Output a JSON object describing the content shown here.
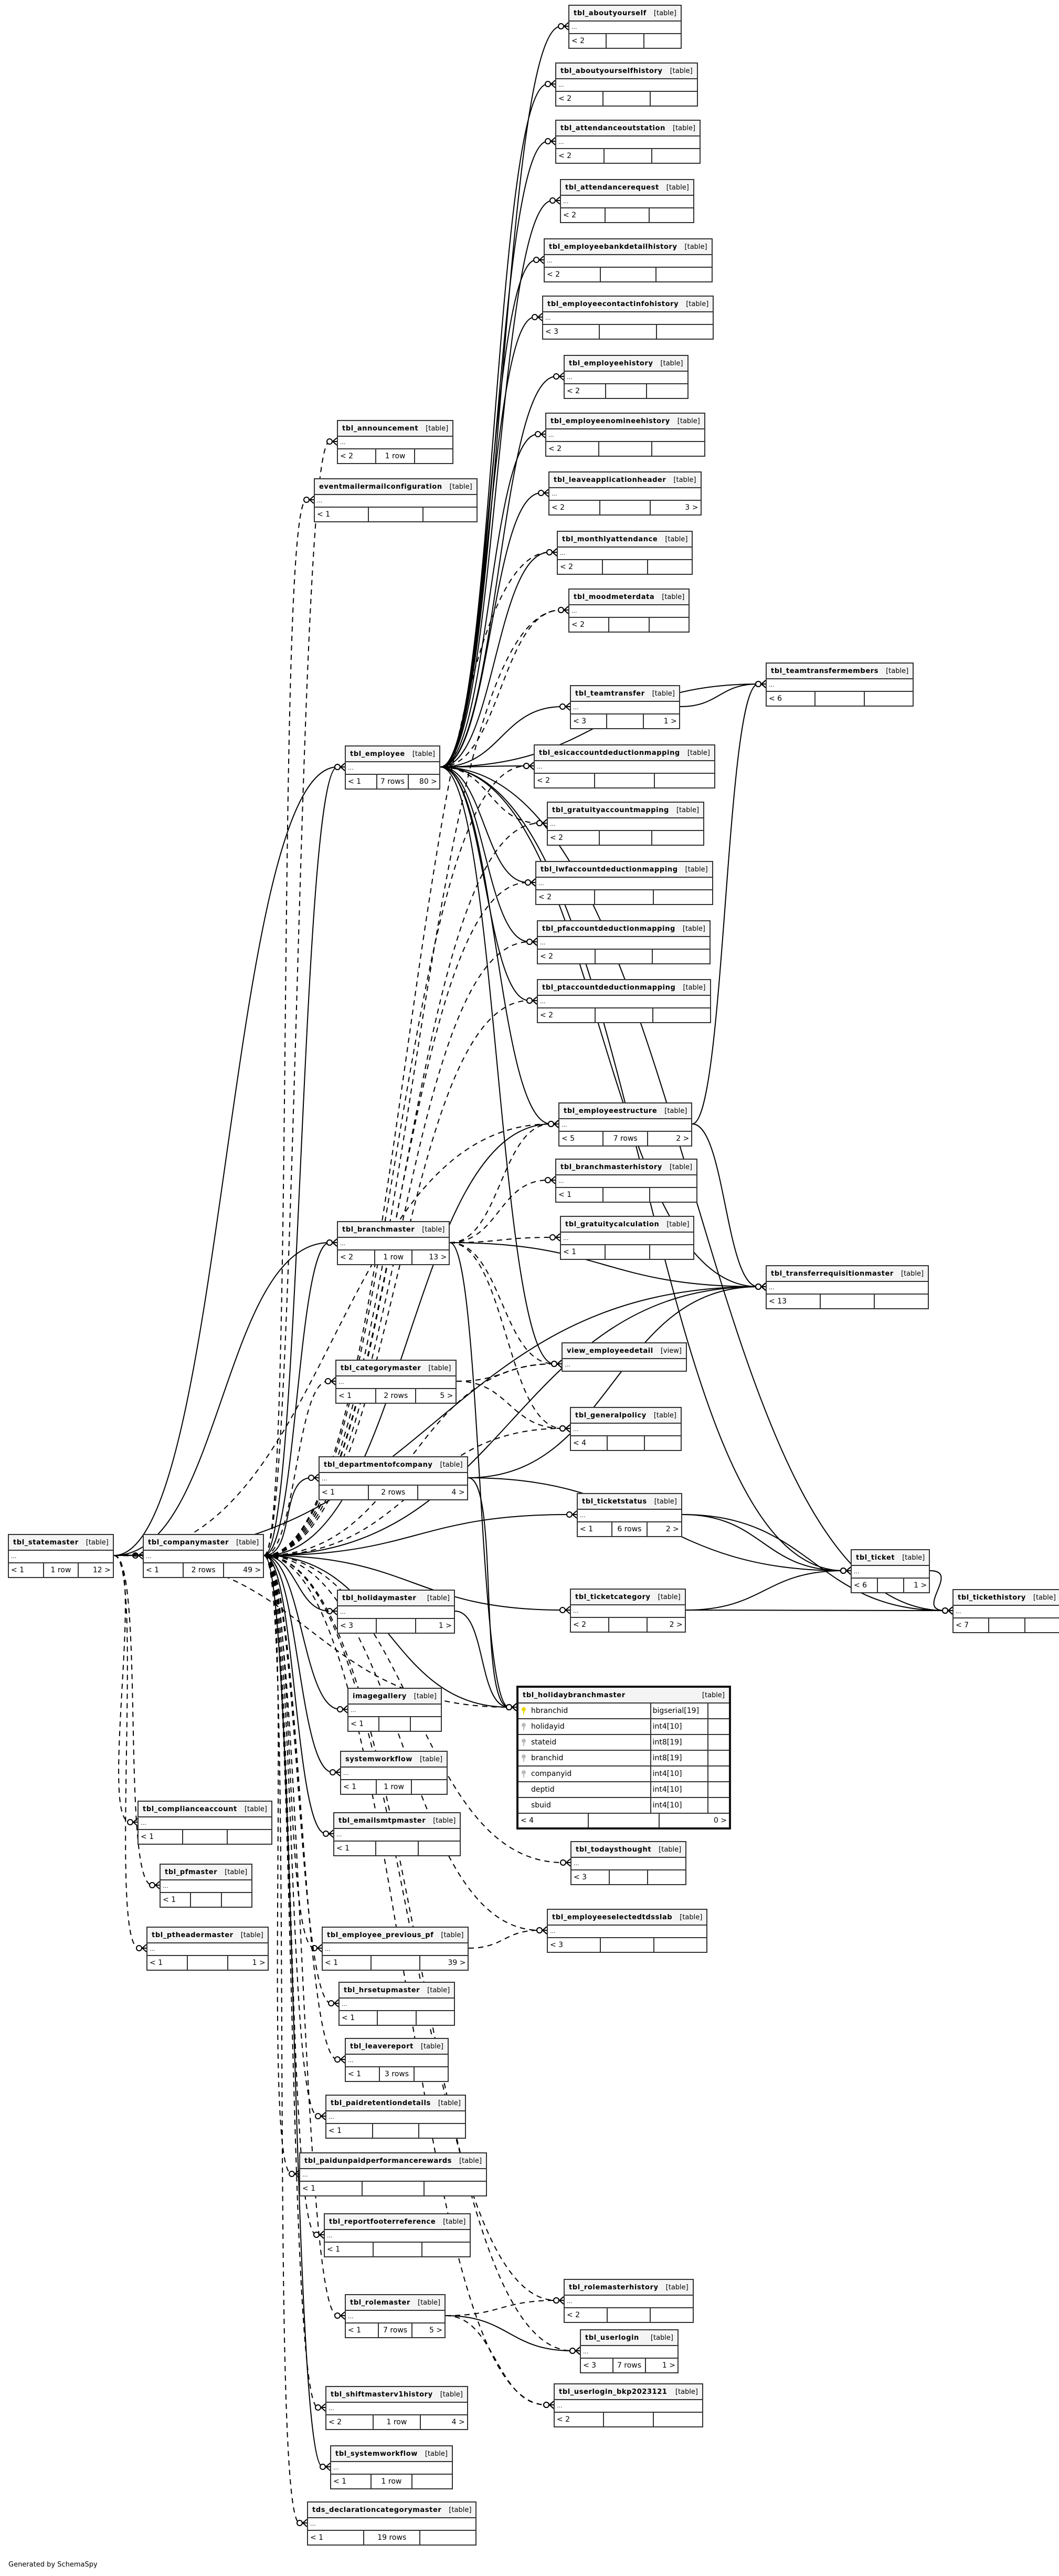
{
  "collapsed_columns": "...",
  "footer": "Generated by SchemaSpy",
  "colors": {
    "primary_key": "#e8d800",
    "foreign_key": "#bbbbbb",
    "header_bg": "#f4f4f4",
    "border": "#333333"
  },
  "tables": [
    {
      "name": "tbl_aboutyourself",
      "type": "[table]",
      "parents": "< 2",
      "rows": "",
      "children": ""
    },
    {
      "name": "tbl_aboutyourselfhistory",
      "type": "[table]",
      "parents": "< 2",
      "rows": "",
      "children": ""
    },
    {
      "name": "tbl_attendanceoutstation",
      "type": "[table]",
      "parents": "< 2",
      "rows": "",
      "children": ""
    },
    {
      "name": "tbl_attendancerequest",
      "type": "[table]",
      "parents": "< 2",
      "rows": "",
      "children": ""
    },
    {
      "name": "tbl_employeebankdetailhistory",
      "type": "[table]",
      "parents": "< 2",
      "rows": "",
      "children": ""
    },
    {
      "name": "tbl_employeecontactinfohistory",
      "type": "[table]",
      "parents": "< 3",
      "rows": "",
      "children": ""
    },
    {
      "name": "tbl_employeehistory",
      "type": "[table]",
      "parents": "< 2",
      "rows": "",
      "children": ""
    },
    {
      "name": "tbl_employeenomineehistory",
      "type": "[table]",
      "parents": "< 2",
      "rows": "",
      "children": ""
    },
    {
      "name": "tbl_leaveapplicationheader",
      "type": "[table]",
      "parents": "< 2",
      "rows": "",
      "children": "3 >"
    },
    {
      "name": "tbl_monthlyattendance",
      "type": "[table]",
      "parents": "< 2",
      "rows": "",
      "children": ""
    },
    {
      "name": "tbl_moodmeterdata",
      "type": "[table]",
      "parents": "< 2",
      "rows": "",
      "children": ""
    },
    {
      "name": "tbl_teamtransfer",
      "type": "[table]",
      "parents": "< 3",
      "rows": "",
      "children": "1 >"
    },
    {
      "name": "tbl_teamtransfermembers",
      "type": "[table]",
      "parents": "< 6",
      "rows": "",
      "children": ""
    },
    {
      "name": "tbl_esicaccountdeductionmapping",
      "type": "[table]",
      "parents": "< 2",
      "rows": "",
      "children": ""
    },
    {
      "name": "tbl_gratuityaccountmapping",
      "type": "[table]",
      "parents": "< 2",
      "rows": "",
      "children": ""
    },
    {
      "name": "tbl_lwfaccountdeductionmapping",
      "type": "[table]",
      "parents": "< 2",
      "rows": "",
      "children": ""
    },
    {
      "name": "tbl_pfaccountdeductionmapping",
      "type": "[table]",
      "parents": "< 2",
      "rows": "",
      "children": ""
    },
    {
      "name": "tbl_ptaccountdeductionmapping",
      "type": "[table]",
      "parents": "< 2",
      "rows": "",
      "children": ""
    },
    {
      "name": "tbl_employeestructure",
      "type": "[table]",
      "parents": "< 5",
      "rows": "7 rows",
      "children": "2 >"
    },
    {
      "name": "tbl_branchmasterhistory",
      "type": "[table]",
      "parents": "< 1",
      "rows": "",
      "children": ""
    },
    {
      "name": "tbl_gratuitycalculation",
      "type": "[table]",
      "parents": "< 1",
      "rows": "",
      "children": ""
    },
    {
      "name": "tbl_transferrequisitionmaster",
      "type": "[table]",
      "parents": "< 13",
      "rows": "",
      "children": ""
    },
    {
      "name": "view_employeedetail",
      "type": "[view]"
    },
    {
      "name": "tbl_generalpolicy",
      "type": "[table]",
      "parents": "< 4",
      "rows": "",
      "children": ""
    },
    {
      "name": "tbl_ticketstatus",
      "type": "[table]",
      "parents": "< 1",
      "rows": "6 rows",
      "children": "2 >"
    },
    {
      "name": "tbl_ticketcategory",
      "type": "[table]",
      "parents": "< 2",
      "rows": "",
      "children": "2 >"
    },
    {
      "name": "tbl_ticket",
      "type": "[table]",
      "parents": "< 6",
      "rows": "",
      "children": "1 >"
    },
    {
      "name": "tbl_tickethistory",
      "type": "[table]",
      "parents": "< 7",
      "rows": "",
      "children": ""
    },
    {
      "name": "tbl_holidaybranchmaster",
      "type": "[table]",
      "parents": "< 4",
      "rows": "",
      "children": "0 >",
      "columns": [
        {
          "name": "hbranchid",
          "type": "bigserial[19]",
          "key": "primary"
        },
        {
          "name": "holidayid",
          "type": "int4[10]",
          "key": "foreign"
        },
        {
          "name": "stateid",
          "type": "int8[19]",
          "key": "foreign"
        },
        {
          "name": "branchid",
          "type": "int8[19]",
          "key": "foreign"
        },
        {
          "name": "companyid",
          "type": "int4[10]",
          "key": "foreign"
        },
        {
          "name": "deptid",
          "type": "int4[10]",
          "key": ""
        },
        {
          "name": "sbuid",
          "type": "int4[10]",
          "key": ""
        }
      ]
    },
    {
      "name": "tbl_todaysthought",
      "type": "[table]",
      "parents": "< 3",
      "rows": "",
      "children": ""
    },
    {
      "name": "tbl_employeeselectedtdsslab",
      "type": "[table]",
      "parents": "< 3",
      "rows": "",
      "children": ""
    },
    {
      "name": "tbl_announcement",
      "type": "[table]",
      "parents": "< 2",
      "rows": "1 row",
      "children": ""
    },
    {
      "name": "eventmailermailconfiguration",
      "type": "[table]",
      "parents": "< 1",
      "rows": "",
      "children": ""
    },
    {
      "name": "tbl_employee",
      "type": "[table]",
      "parents": "< 1",
      "rows": "7 rows",
      "children": "80 >"
    },
    {
      "name": "tbl_branchmaster",
      "type": "[table]",
      "parents": "< 2",
      "rows": "1 row",
      "children": "13 >"
    },
    {
      "name": "tbl_categorymaster",
      "type": "[table]",
      "parents": "< 1",
      "rows": "2 rows",
      "children": "5 >"
    },
    {
      "name": "tbl_departmentofcompany",
      "type": "[table]",
      "parents": "< 1",
      "rows": "2 rows",
      "children": "4 >"
    },
    {
      "name": "tbl_statemaster",
      "type": "[table]",
      "parents": "< 1",
      "rows": "1 row",
      "children": "12 >"
    },
    {
      "name": "tbl_companymaster",
      "type": "[table]",
      "parents": "< 1",
      "rows": "2 rows",
      "children": "49 >"
    },
    {
      "name": "tbl_holidaymaster",
      "type": "[table]",
      "parents": "< 3",
      "rows": "",
      "children": "1 >"
    },
    {
      "name": "imagegallery",
      "type": "[table]",
      "parents": "< 1",
      "rows": "",
      "children": ""
    },
    {
      "name": "systemworkflow",
      "type": "[table]",
      "parents": "< 1",
      "rows": "1 row",
      "children": ""
    },
    {
      "name": "tbl_emailsmtpmaster",
      "type": "[table]",
      "parents": "< 1",
      "rows": "",
      "children": ""
    },
    {
      "name": "tbl_complianceaccount",
      "type": "[table]",
      "parents": "< 1",
      "rows": "",
      "children": ""
    },
    {
      "name": "tbl_pfmaster",
      "type": "[table]",
      "parents": "< 1",
      "rows": "",
      "children": ""
    },
    {
      "name": "tbl_ptheadermaster",
      "type": "[table]",
      "parents": "< 1",
      "rows": "",
      "children": "1 >"
    },
    {
      "name": "tbl_employee_previous_pf",
      "type": "[table]",
      "parents": "< 1",
      "rows": "",
      "children": "39 >"
    },
    {
      "name": "tbl_hrsetupmaster",
      "type": "[table]",
      "parents": "< 1",
      "rows": "",
      "children": ""
    },
    {
      "name": "tbl_leavereport",
      "type": "[table]",
      "parents": "< 1",
      "rows": "3 rows",
      "children": ""
    },
    {
      "name": "tbl_paidretentiondetails",
      "type": "[table]",
      "parents": "< 1",
      "rows": "",
      "children": ""
    },
    {
      "name": "tbl_paidunpaidperformancerewards",
      "type": "[table]",
      "parents": "< 1",
      "rows": "",
      "children": ""
    },
    {
      "name": "tbl_reportfooterreference",
      "type": "[table]",
      "parents": "< 1",
      "rows": "",
      "children": ""
    },
    {
      "name": "tbl_rolemasterhistory",
      "type": "[table]",
      "parents": "< 2",
      "rows": "",
      "children": ""
    },
    {
      "name": "tbl_rolemaster",
      "type": "[table]",
      "parents": "< 1",
      "rows": "7 rows",
      "children": "5 >"
    },
    {
      "name": "tbl_userlogin",
      "type": "[table]",
      "parents": "< 3",
      "rows": "7 rows",
      "children": "1 >"
    },
    {
      "name": "tbl_userlogin_bkp2023121",
      "type": "[table]",
      "parents": "< 2",
      "rows": "",
      "children": ""
    },
    {
      "name": "tbl_shiftmasterv1history",
      "type": "[table]",
      "parents": "< 2",
      "rows": "1 row",
      "children": "4 >"
    },
    {
      "name": "tbl_systemworkflow",
      "type": "[table]",
      "parents": "< 1",
      "rows": "1 row",
      "children": ""
    },
    {
      "name": "tds_declarationcategorymaster",
      "type": "[table]",
      "parents": "< 1",
      "rows": "19 rows",
      "children": ""
    }
  ]
}
